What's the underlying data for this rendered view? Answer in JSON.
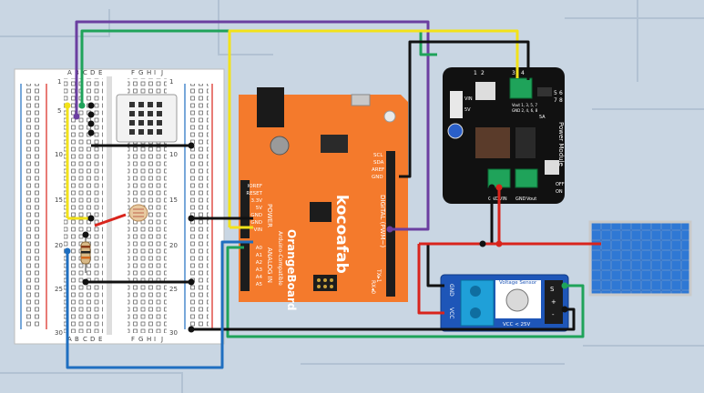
{
  "breadboard": {
    "columns_left": [
      "A",
      "B",
      "C",
      "D",
      "E"
    ],
    "columns_right": [
      "F",
      "G",
      "H",
      "I",
      "J"
    ],
    "row_numbers": [
      "1",
      "5",
      "10",
      "15",
      "20",
      "25",
      "30"
    ]
  },
  "arduino": {
    "brand": "kocoafab",
    "board_name": "OrangeBoard",
    "board_subtitle": "Arduino-Compatible",
    "power_header": "POWER",
    "analog_header": "ANALOG IN",
    "digital_header": "DIGITAL (PWM~)",
    "power_pins": [
      "IOREF",
      "RESET",
      "3.3V",
      "5V",
      "GND",
      "GND",
      "VIN"
    ],
    "analog_pins": [
      "A0",
      "A1",
      "A2",
      "A3",
      "A4",
      "A5"
    ],
    "top_pins": [
      "SCL",
      "SDA",
      "AREF",
      "GND"
    ],
    "tx_label": "TX▸1",
    "rx_label": "RX◂0"
  },
  "power_module": {
    "title": "Power Module",
    "top_pins": [
      "1",
      "2",
      "3",
      "4"
    ],
    "right_pins": [
      "5",
      "6",
      "7",
      "8"
    ],
    "vout_label": "Vout 1, 3, 5, 7",
    "gnd_label": "GND 2, 4, 6, 8",
    "vin_label": "VIN",
    "five_v_label": "5V",
    "off_label": "OFF",
    "on_label": "ON",
    "gnd_term": "GND",
    "vin_term": "VIN",
    "gnd2_term": "GND",
    "vout_term": "Vout",
    "amp_label": "5A"
  },
  "voltage_sensor": {
    "title": "Voltage Sensor",
    "gnd": "GND",
    "vcc": "VCC",
    "rating": "VCC < 25V",
    "s_pin": "S",
    "plus_pin": "+",
    "minus_pin": "-"
  },
  "colors": {
    "purple": "#6b3fa0",
    "green": "#1fa35a",
    "yellow": "#f2e21a",
    "black": "#111111",
    "red": "#d9241c",
    "blue": "#1f6fc0",
    "arduino_orange": "#f47a2c"
  }
}
